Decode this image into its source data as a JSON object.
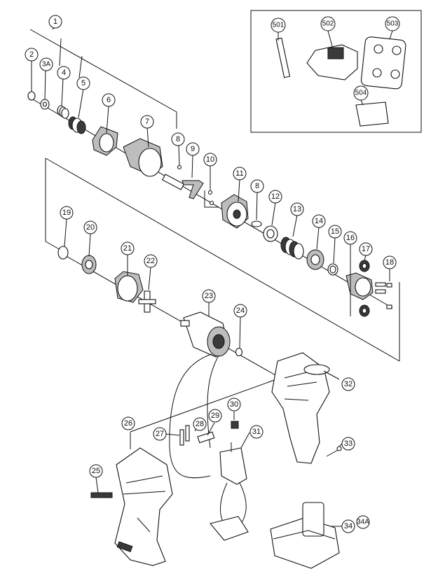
{
  "callouts": [
    {
      "id": "c1",
      "label": "1"
    },
    {
      "id": "c2",
      "label": "2"
    },
    {
      "id": "c3a",
      "label": "3A"
    },
    {
      "id": "c4",
      "label": "4"
    },
    {
      "id": "c5",
      "label": "5"
    },
    {
      "id": "c6",
      "label": "6"
    },
    {
      "id": "c7",
      "label": "7"
    },
    {
      "id": "c8a",
      "label": "8"
    },
    {
      "id": "c9",
      "label": "9"
    },
    {
      "id": "c10",
      "label": "10"
    },
    {
      "id": "c11",
      "label": "11"
    },
    {
      "id": "c8b",
      "label": "8"
    },
    {
      "id": "c12",
      "label": "12"
    },
    {
      "id": "c13",
      "label": "13"
    },
    {
      "id": "c14",
      "label": "14"
    },
    {
      "id": "c15",
      "label": "15"
    },
    {
      "id": "c16",
      "label": "16"
    },
    {
      "id": "c17",
      "label": "17"
    },
    {
      "id": "c18",
      "label": "18"
    },
    {
      "id": "c19",
      "label": "19"
    },
    {
      "id": "c20",
      "label": "20"
    },
    {
      "id": "c21",
      "label": "21"
    },
    {
      "id": "c22",
      "label": "22"
    },
    {
      "id": "c23",
      "label": "23"
    },
    {
      "id": "c24",
      "label": "24"
    },
    {
      "id": "c25",
      "label": "25"
    },
    {
      "id": "c26",
      "label": "26"
    },
    {
      "id": "c27",
      "label": "27"
    },
    {
      "id": "c28",
      "label": "28"
    },
    {
      "id": "c29",
      "label": "29"
    },
    {
      "id": "c30",
      "label": "30"
    },
    {
      "id": "c31",
      "label": "31"
    },
    {
      "id": "c32",
      "label": "32"
    },
    {
      "id": "c33",
      "label": "33"
    },
    {
      "id": "c34",
      "label": "34"
    },
    {
      "id": "c34a",
      "label": "34A"
    },
    {
      "id": "c501",
      "label": "501"
    },
    {
      "id": "c502",
      "label": "502"
    },
    {
      "id": "c503",
      "label": "503"
    },
    {
      "id": "c504",
      "label": "504"
    }
  ]
}
